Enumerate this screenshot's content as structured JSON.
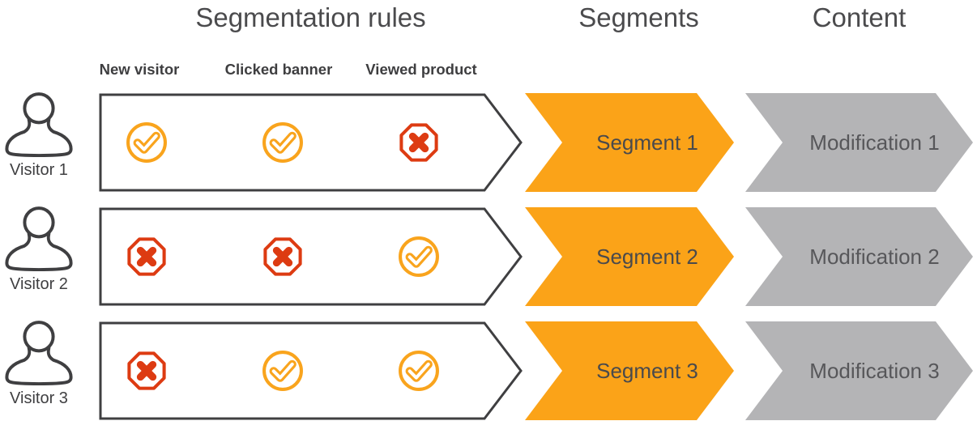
{
  "header": {
    "segmentation_rules": "Segmentation rules",
    "segments": "Segments",
    "content": "Content"
  },
  "rule_columns": [
    "New visitor",
    "Clicked banner",
    "Viewed product"
  ],
  "rows": [
    {
      "visitor": "Visitor 1",
      "rules": [
        "check",
        "check",
        "cross"
      ],
      "segment": "Segment 1",
      "modification": "Modification 1"
    },
    {
      "visitor": "Visitor 2",
      "rules": [
        "cross",
        "cross",
        "check"
      ],
      "segment": "Segment 2",
      "modification": "Modification 2"
    },
    {
      "visitor": "Visitor 3",
      "rules": [
        "cross",
        "check",
        "check"
      ],
      "segment": "Segment 3",
      "modification": "Modification 3"
    }
  ],
  "icons": {
    "check": "check-circle-icon",
    "cross": "cross-octagon-icon",
    "visitor": "visitor-person-icon"
  },
  "colors": {
    "accent_orange": "#FBA318",
    "deny_red": "#DD3B12",
    "neutral_gray": "#B4B4B6",
    "outline_dark": "#3F3F41"
  }
}
